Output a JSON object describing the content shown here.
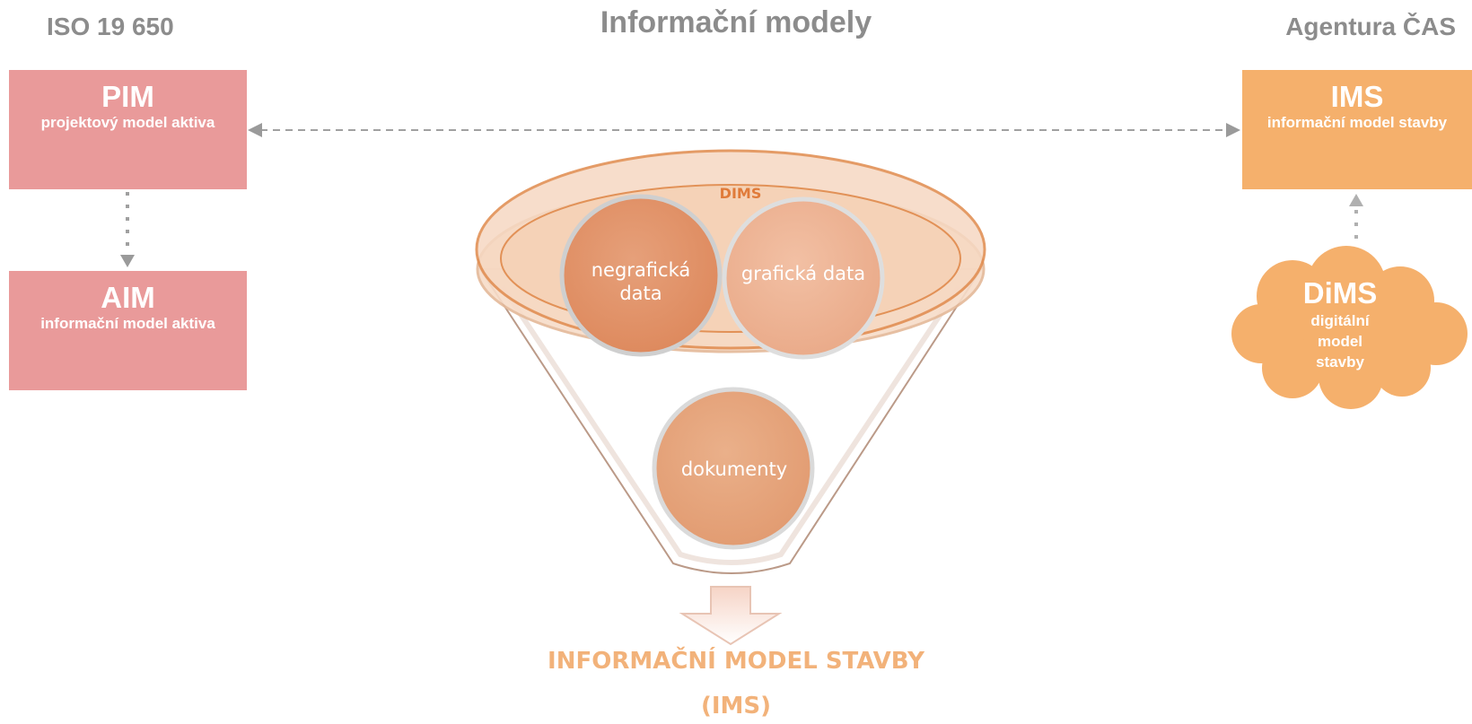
{
  "headers": {
    "left": "ISO 19 650",
    "center": "Informační modely",
    "right": "Agentura ČAS"
  },
  "pim": {
    "abbr": "PIM",
    "desc": "projektový model aktiva"
  },
  "aim": {
    "abbr": "AIM",
    "desc": "informační model aktiva"
  },
  "ims": {
    "abbr": "IMS",
    "desc": "informační model stavby"
  },
  "dims_cloud": {
    "abbr": "DiMS",
    "desc": "digitální model stavby"
  },
  "funnel": {
    "rim_label": "DIMS",
    "circles": [
      "negrafická data",
      "grafická data",
      "dokumenty"
    ]
  },
  "output": {
    "line1": "INFORMAČNÍ MODEL STAVBY",
    "line2": "(IMS)"
  },
  "colors": {
    "pink_box": "#e99a9a",
    "orange_box": "#f5b06c",
    "header_gray": "#8c8c8c",
    "output_text": "#f2b27a"
  }
}
